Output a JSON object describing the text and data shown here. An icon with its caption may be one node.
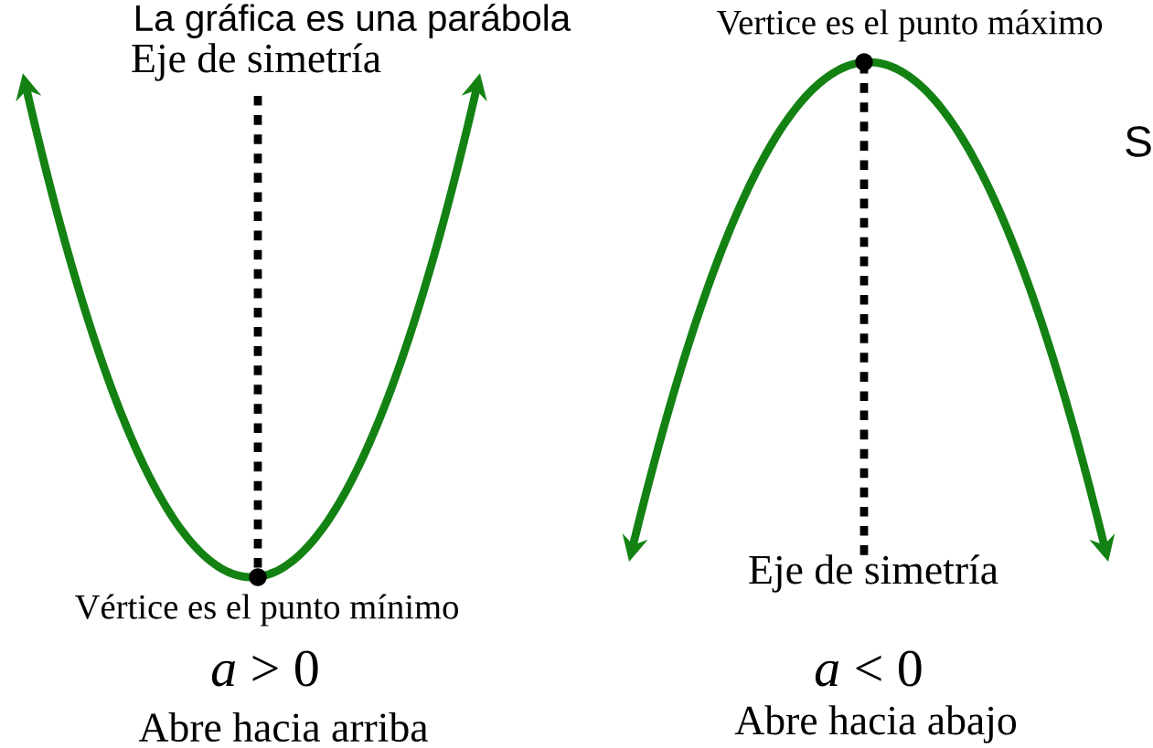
{
  "diagram": {
    "labels": [
      "La gráfica es una parábola",
      "Vertice es el punto máximo",
      "Eje de simetría",
      "S",
      "Eje de simetría",
      "Vértice es el punto mínimo",
      "*a* > 0",
      "*a* < 0",
      "Abre hacia arriba",
      "Abre hacia abajo"
    ]
  }
}
